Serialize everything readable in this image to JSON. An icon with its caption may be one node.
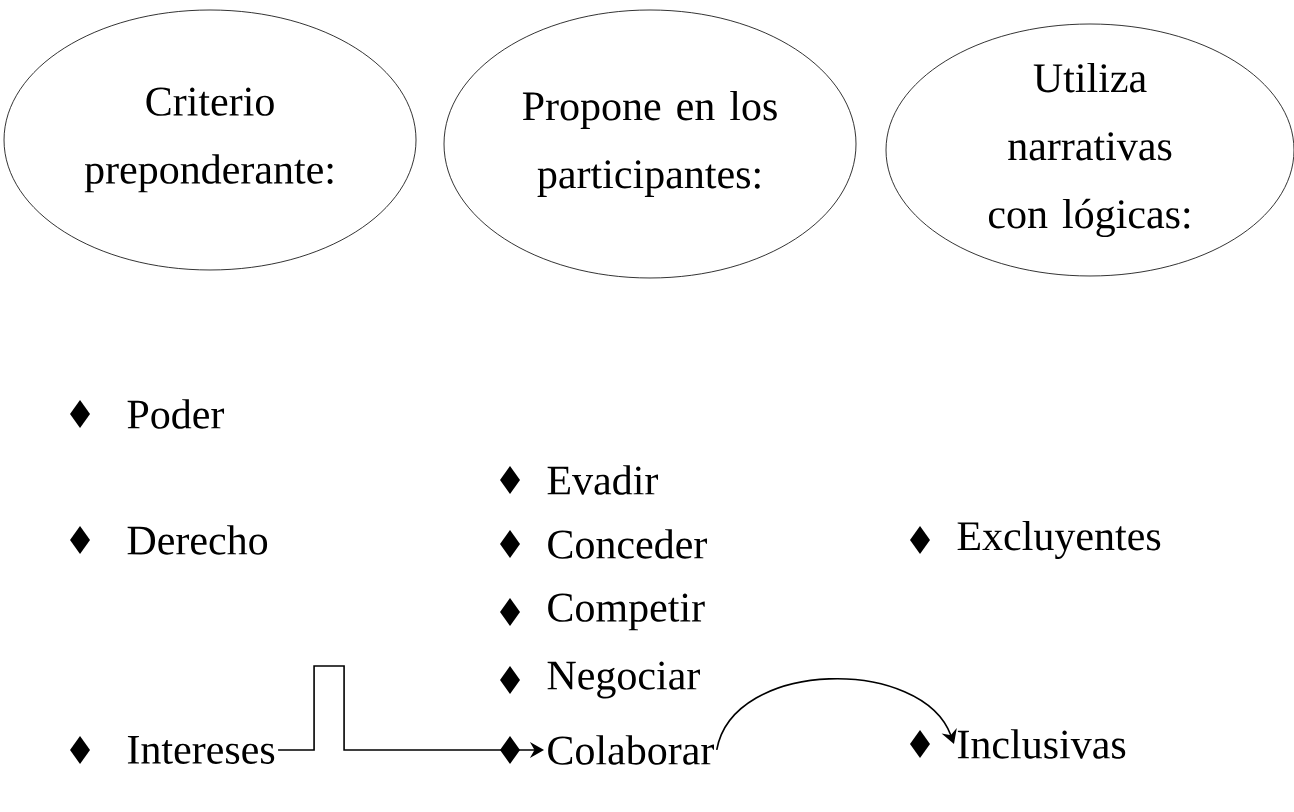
{
  "diagram": {
    "nodes": [
      {
        "text": [
          "Criterio preponderante:"
        ]
      },
      {
        "text": [
          "Propone en los participantes:"
        ]
      },
      {
        "text": [
          "Utiliza narrativas con lógicas:"
        ]
      },
      {
        "text": [
          "Intereses"
        ]
      },
      {
        "text": [
          "Colaborar"
        ]
      },
      {
        "text": [
          "Inclusivas"
        ]
      }
    ],
    "edges": [
      {
        "from": 3,
        "to": 4,
        "arrow": "to"
      },
      {
        "from": 4,
        "to": 5,
        "arrow": "to"
      }
    ],
    "labels": [
      "Poder",
      "Evadir",
      "Derecho",
      "Conceder",
      "Excluyentes",
      "Competir",
      "Negociar"
    ]
  }
}
